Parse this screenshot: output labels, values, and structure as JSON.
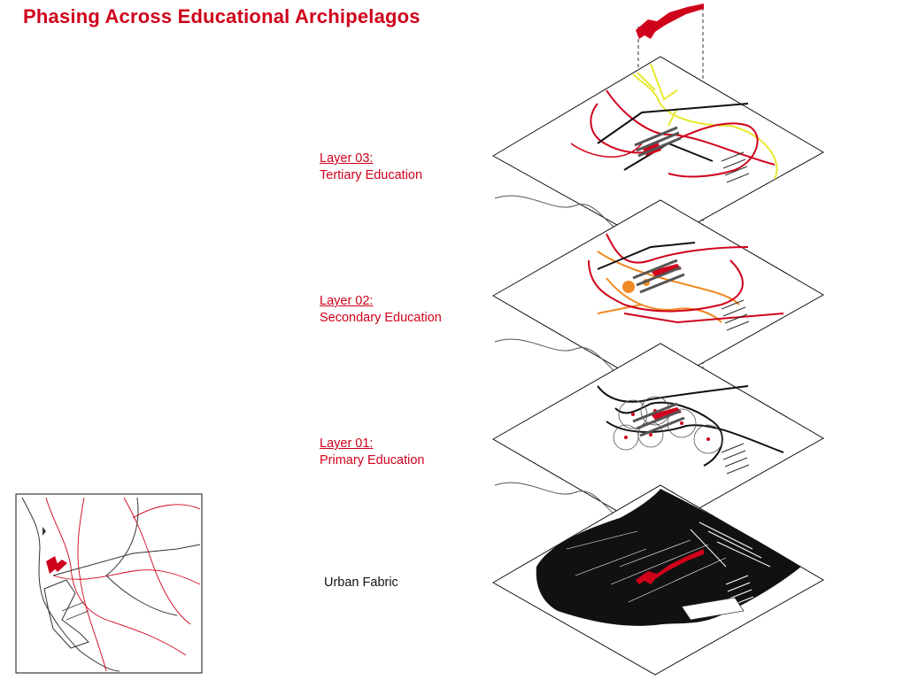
{
  "title": "Phasing Across Educational Archipelagos",
  "layers": [
    {
      "id": "layer-03",
      "heading": "Layer  03:",
      "subtitle": "Tertiary Education"
    },
    {
      "id": "layer-02",
      "heading": "Layer  02:",
      "subtitle": "Secondary Education"
    },
    {
      "id": "layer-01",
      "heading": "Layer  01:",
      "subtitle": "Primary Education"
    }
  ],
  "base_layer": {
    "label": "Urban Fabric"
  },
  "colors": {
    "accent_red": "#d0021b",
    "road_black": "#111111",
    "tertiary_yellow": "#e8e832",
    "secondary_orange": "#f08a24",
    "outline_grey": "#555555"
  }
}
